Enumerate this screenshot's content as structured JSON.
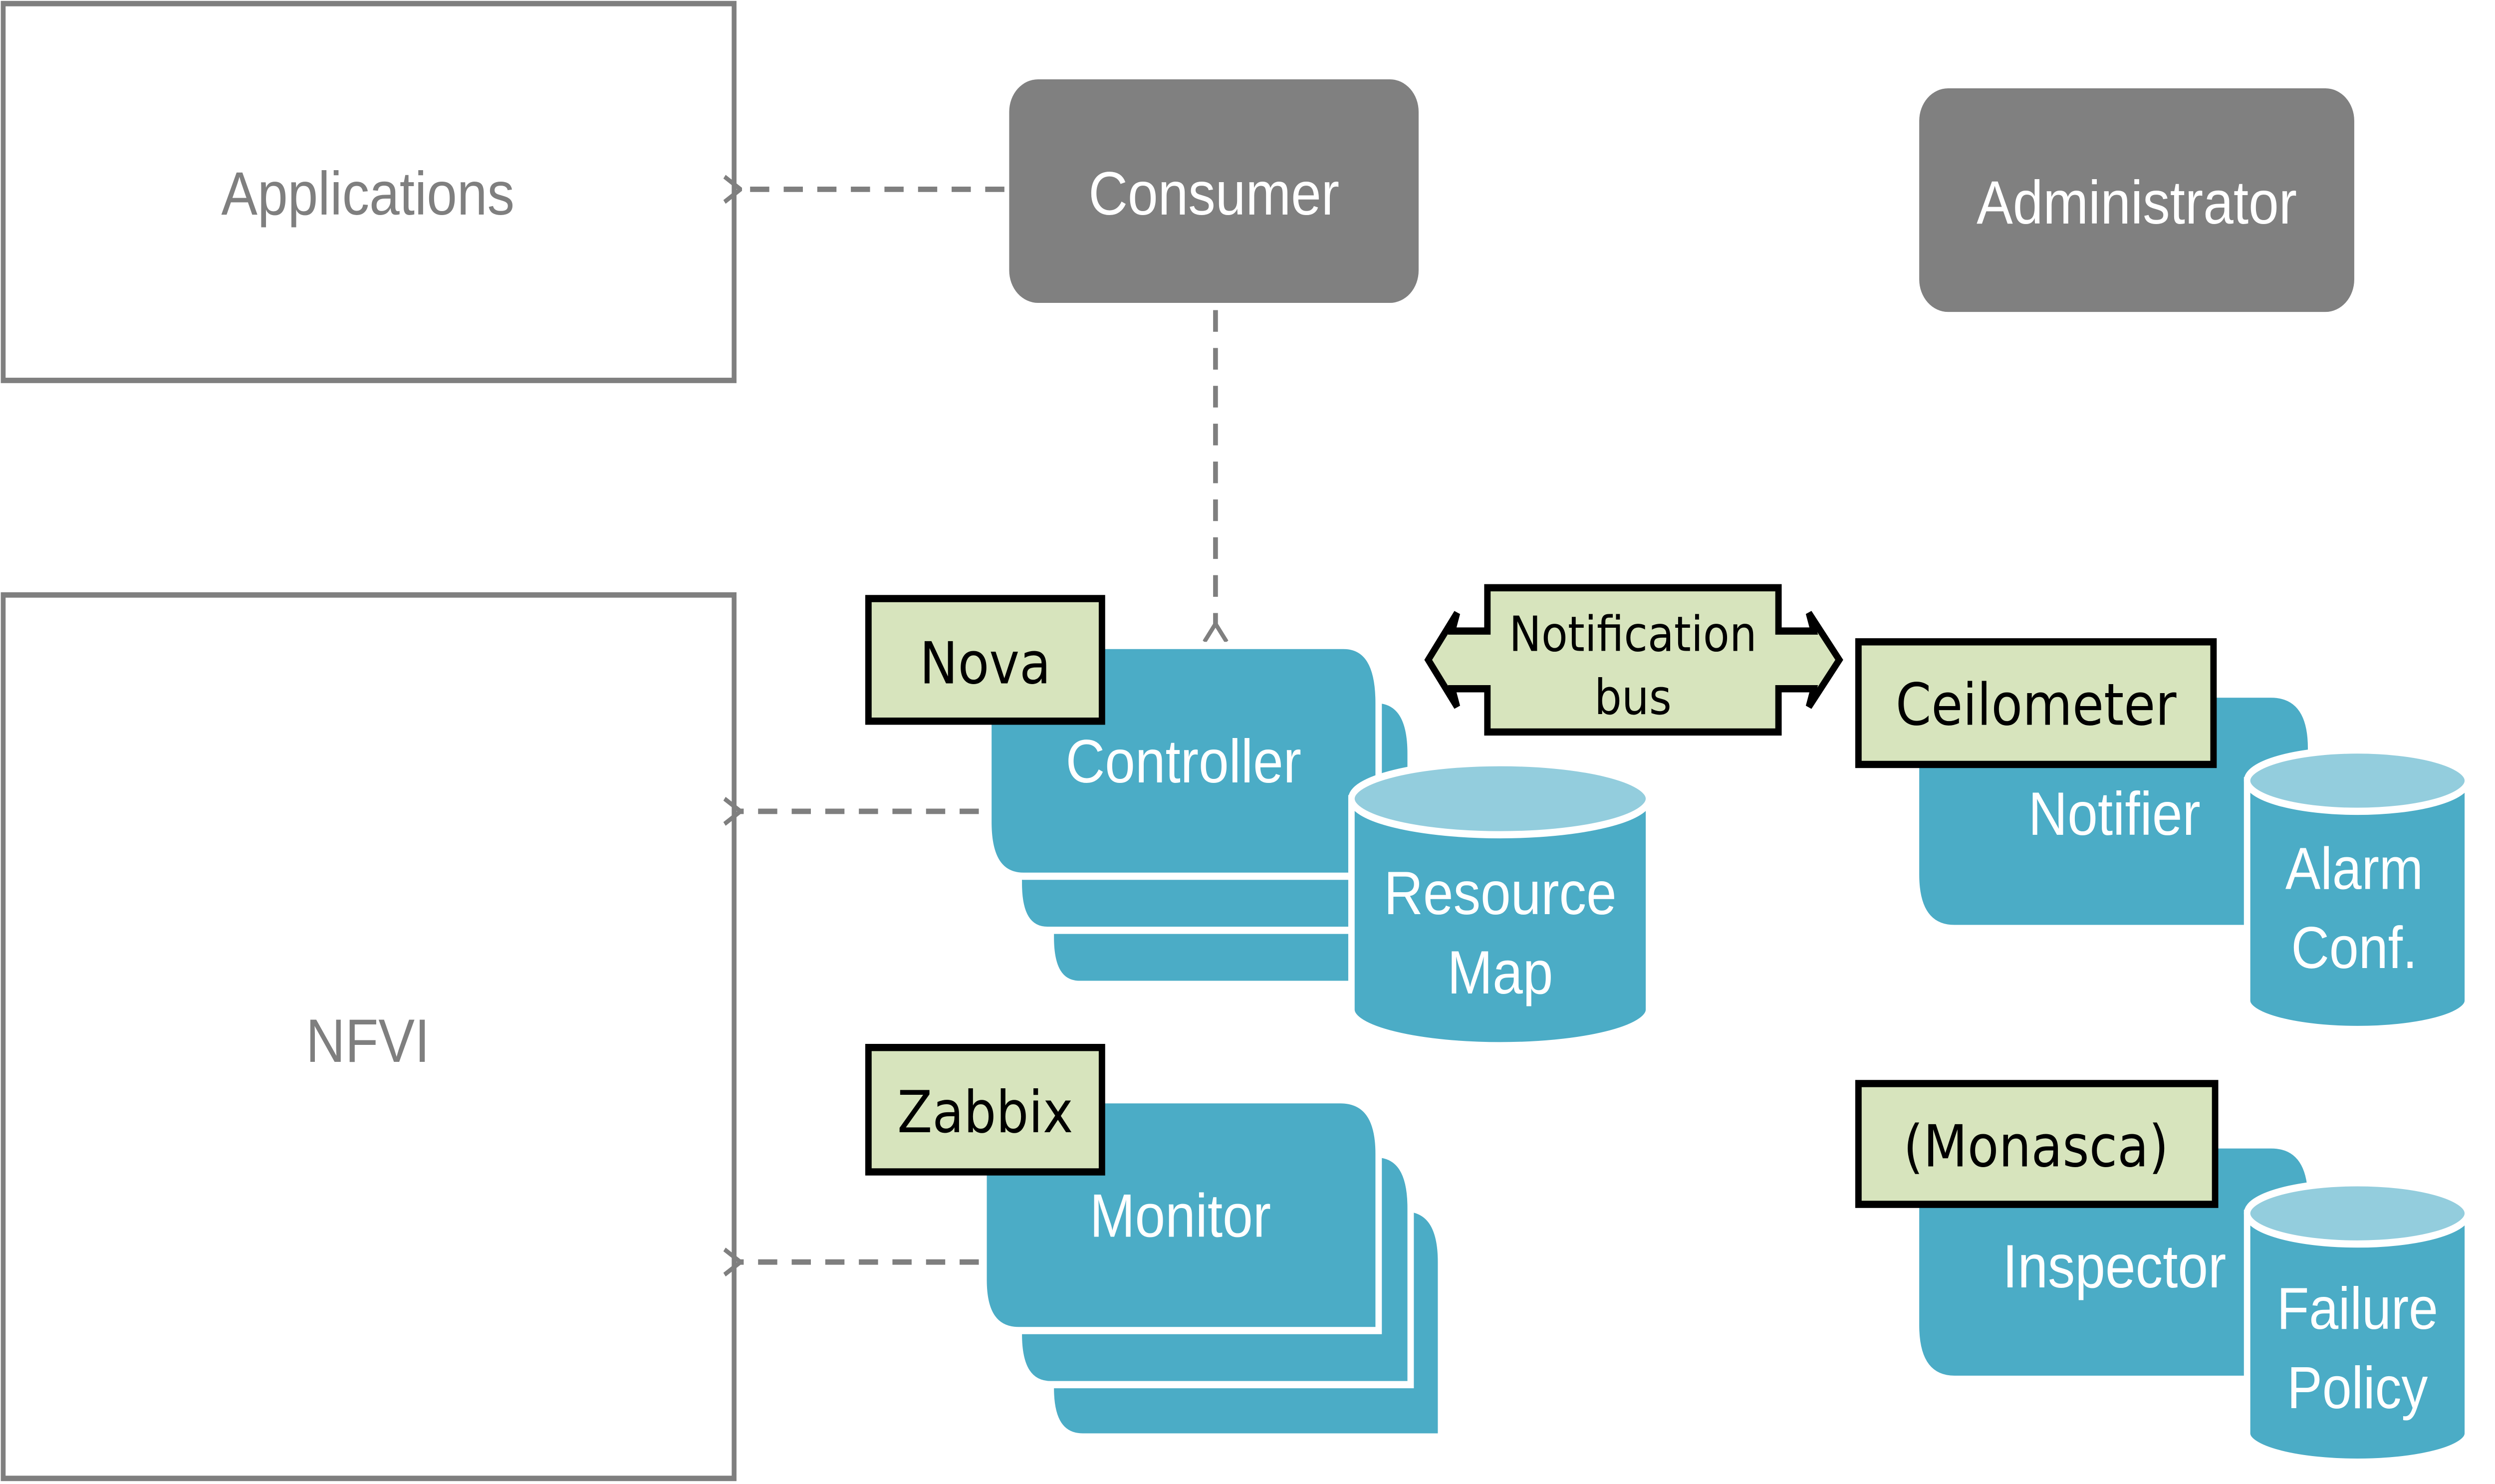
{
  "colors": {
    "teal": "#4BACC6",
    "teal_light": "#93CDDD",
    "label_green": "#D7E4BD",
    "gray_box": "#808080",
    "border_gray": "#7F7F7F"
  },
  "boxes": {
    "applications": "Applications",
    "nfvi": "NFVI",
    "consumer": "Consumer",
    "administrator": "Administrator"
  },
  "components": {
    "controller": "Controller",
    "monitor": "Monitor",
    "notifier": "Notifier",
    "inspector": "Inspector"
  },
  "databases": {
    "resource_map": [
      "Resource",
      "Map"
    ],
    "alarm_conf": [
      "Alarm",
      "Conf."
    ],
    "failure_policy": [
      "Failure",
      "Policy"
    ]
  },
  "labels": {
    "nova": "Nova",
    "zabbix": "Zabbix",
    "ceilometer": "Ceilometer",
    "monasca": "(Monasca)"
  },
  "bus": {
    "line1": "Notification",
    "line2": "bus"
  }
}
